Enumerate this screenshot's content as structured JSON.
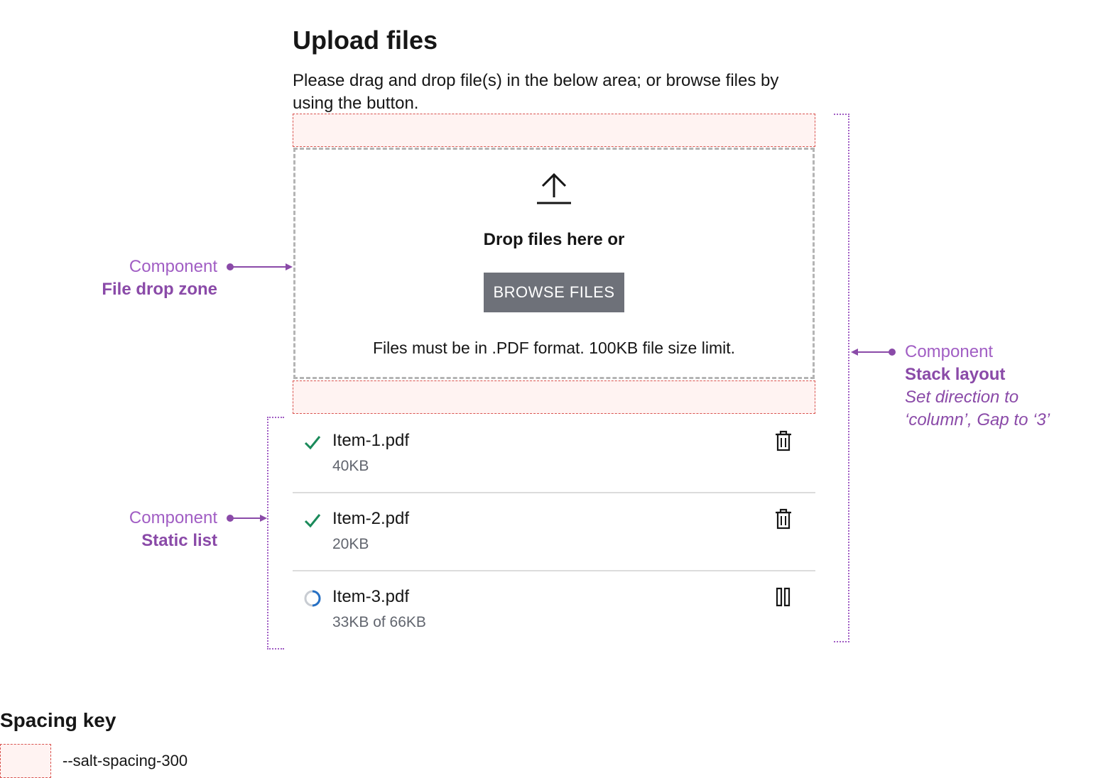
{
  "header": {
    "title": "Upload files",
    "description": "Please drag and drop file(s) in the below area; or browse files by using the button."
  },
  "dropzone": {
    "icon": "upload-icon",
    "prompt": "Drop files here or",
    "browse_label": "BROWSE FILES",
    "limit_text": "Files must be in .PDF format. 100KB file size limit."
  },
  "files": [
    {
      "name": "Item-1.pdf",
      "meta": "40KB",
      "status": "success",
      "status_icon": "checkmark-icon",
      "action_icon": "delete-icon"
    },
    {
      "name": "Item-2.pdf",
      "meta": "20KB",
      "status": "success",
      "status_icon": "checkmark-icon",
      "action_icon": "delete-icon"
    },
    {
      "name": "Item-3.pdf",
      "meta": "33KB of 66KB",
      "status": "uploading",
      "progress": 0.5,
      "status_icon": "progress-spinner-icon",
      "action_icon": "pause-icon"
    }
  ],
  "annotations": {
    "dropzone": {
      "kind": "Component",
      "name": "File drop zone"
    },
    "list": {
      "kind": "Component",
      "name": "Static list"
    },
    "stack": {
      "kind": "Component",
      "name": "Stack layout",
      "note_line1": "Set direction to",
      "note_line2": "‘column’, Gap to ‘3’"
    }
  },
  "legend": {
    "title": "Spacing key",
    "items": [
      {
        "label": "--salt-spacing-300"
      }
    ]
  },
  "colors": {
    "annotation_purple": "#8a4aa8",
    "spacing_fill": "#fff3f2",
    "spacing_border": "#d9534f",
    "success_green": "#1a8a5a",
    "progress_blue": "#2670c4",
    "button_gray": "#6e7179"
  }
}
